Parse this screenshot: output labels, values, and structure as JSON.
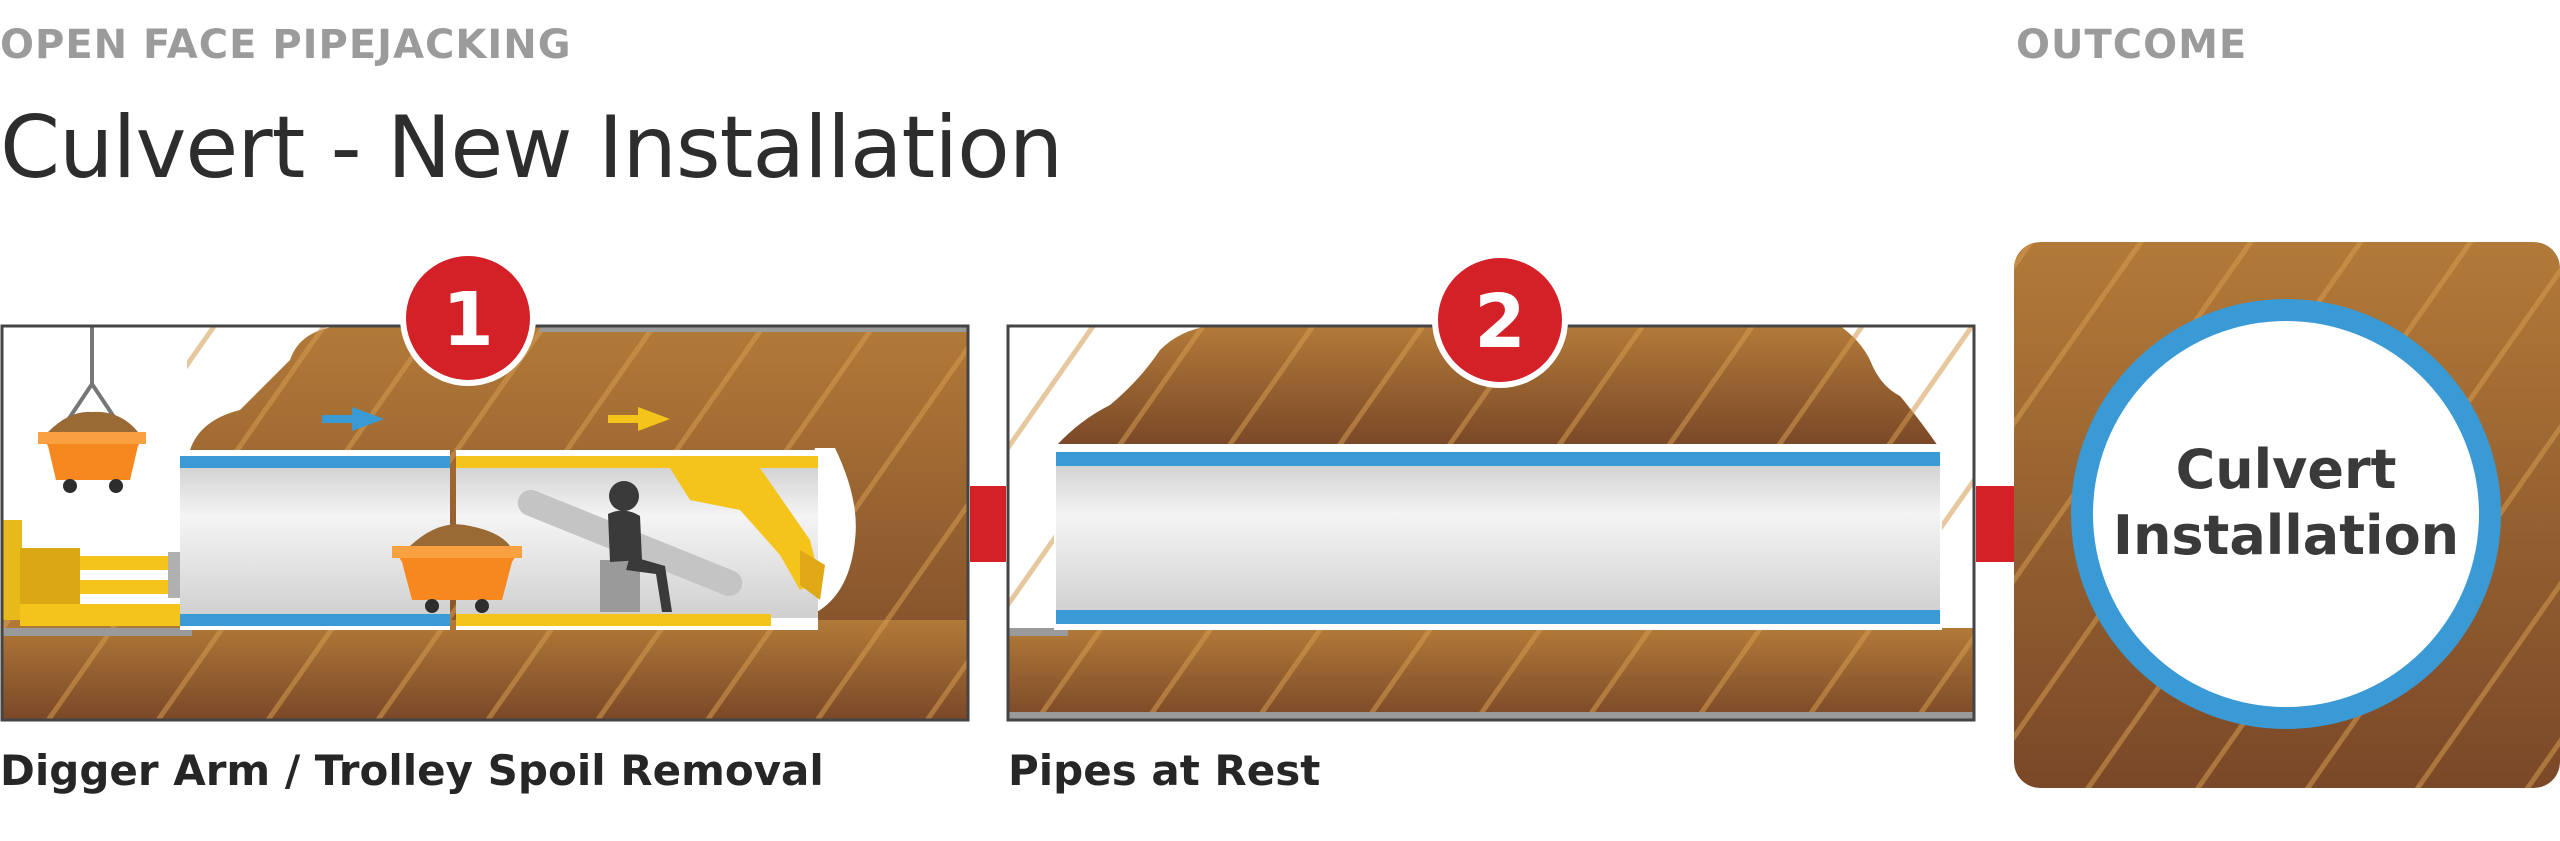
{
  "header": {
    "kicker": "OPEN FACE PIPEJACKING",
    "title": "Culvert - New Installation"
  },
  "outcome": {
    "kicker": "OUTCOME",
    "label_line1": "Culvert",
    "label_line2": "Installation"
  },
  "steps": [
    {
      "number": "1",
      "caption": "Digger Arm / Trolley Spoil Removal"
    },
    {
      "number": "2",
      "caption": "Pipes at Rest"
    }
  ],
  "colors": {
    "soil": "#a0652f",
    "pipe_blue": "#3a9ad6",
    "machine_yellow": "#f4c41b",
    "trolley_orange": "#f7881f",
    "badge_red": "#d42027",
    "connector_red": "#d42027"
  }
}
